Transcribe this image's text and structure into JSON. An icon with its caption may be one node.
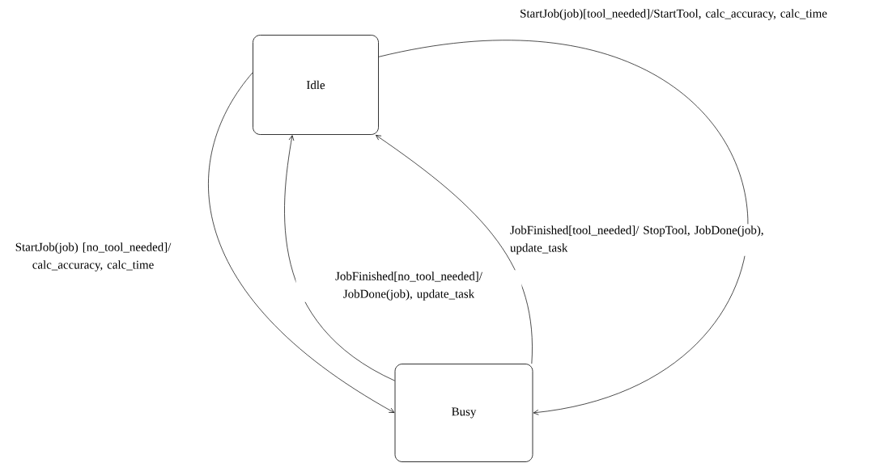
{
  "diagram": {
    "nodes": [
      {
        "text": [
          "Idle"
        ]
      },
      {
        "text": [
          "Busy"
        ]
      }
    ],
    "edges": [
      {
        "from": 0,
        "to": 1,
        "arrow": "to",
        "label": "StartJob(job) [no_tool_needed]/ calc_accuracy, calc_time"
      },
      {
        "from": 0,
        "to": 1,
        "arrow": "to",
        "label": "StartJob(job)[tool_needed]/StartTool, calc_accuracy, calc_time"
      },
      {
        "from": 1,
        "to": 0,
        "arrow": "to",
        "label": "JobFinished[no_tool_needed]/ JobDone(job), update_task"
      },
      {
        "from": 1,
        "to": 0,
        "arrow": "to",
        "label": "JobFinished[tool_needed]/ StopTool, JobDone(job), update_task"
      }
    ]
  }
}
